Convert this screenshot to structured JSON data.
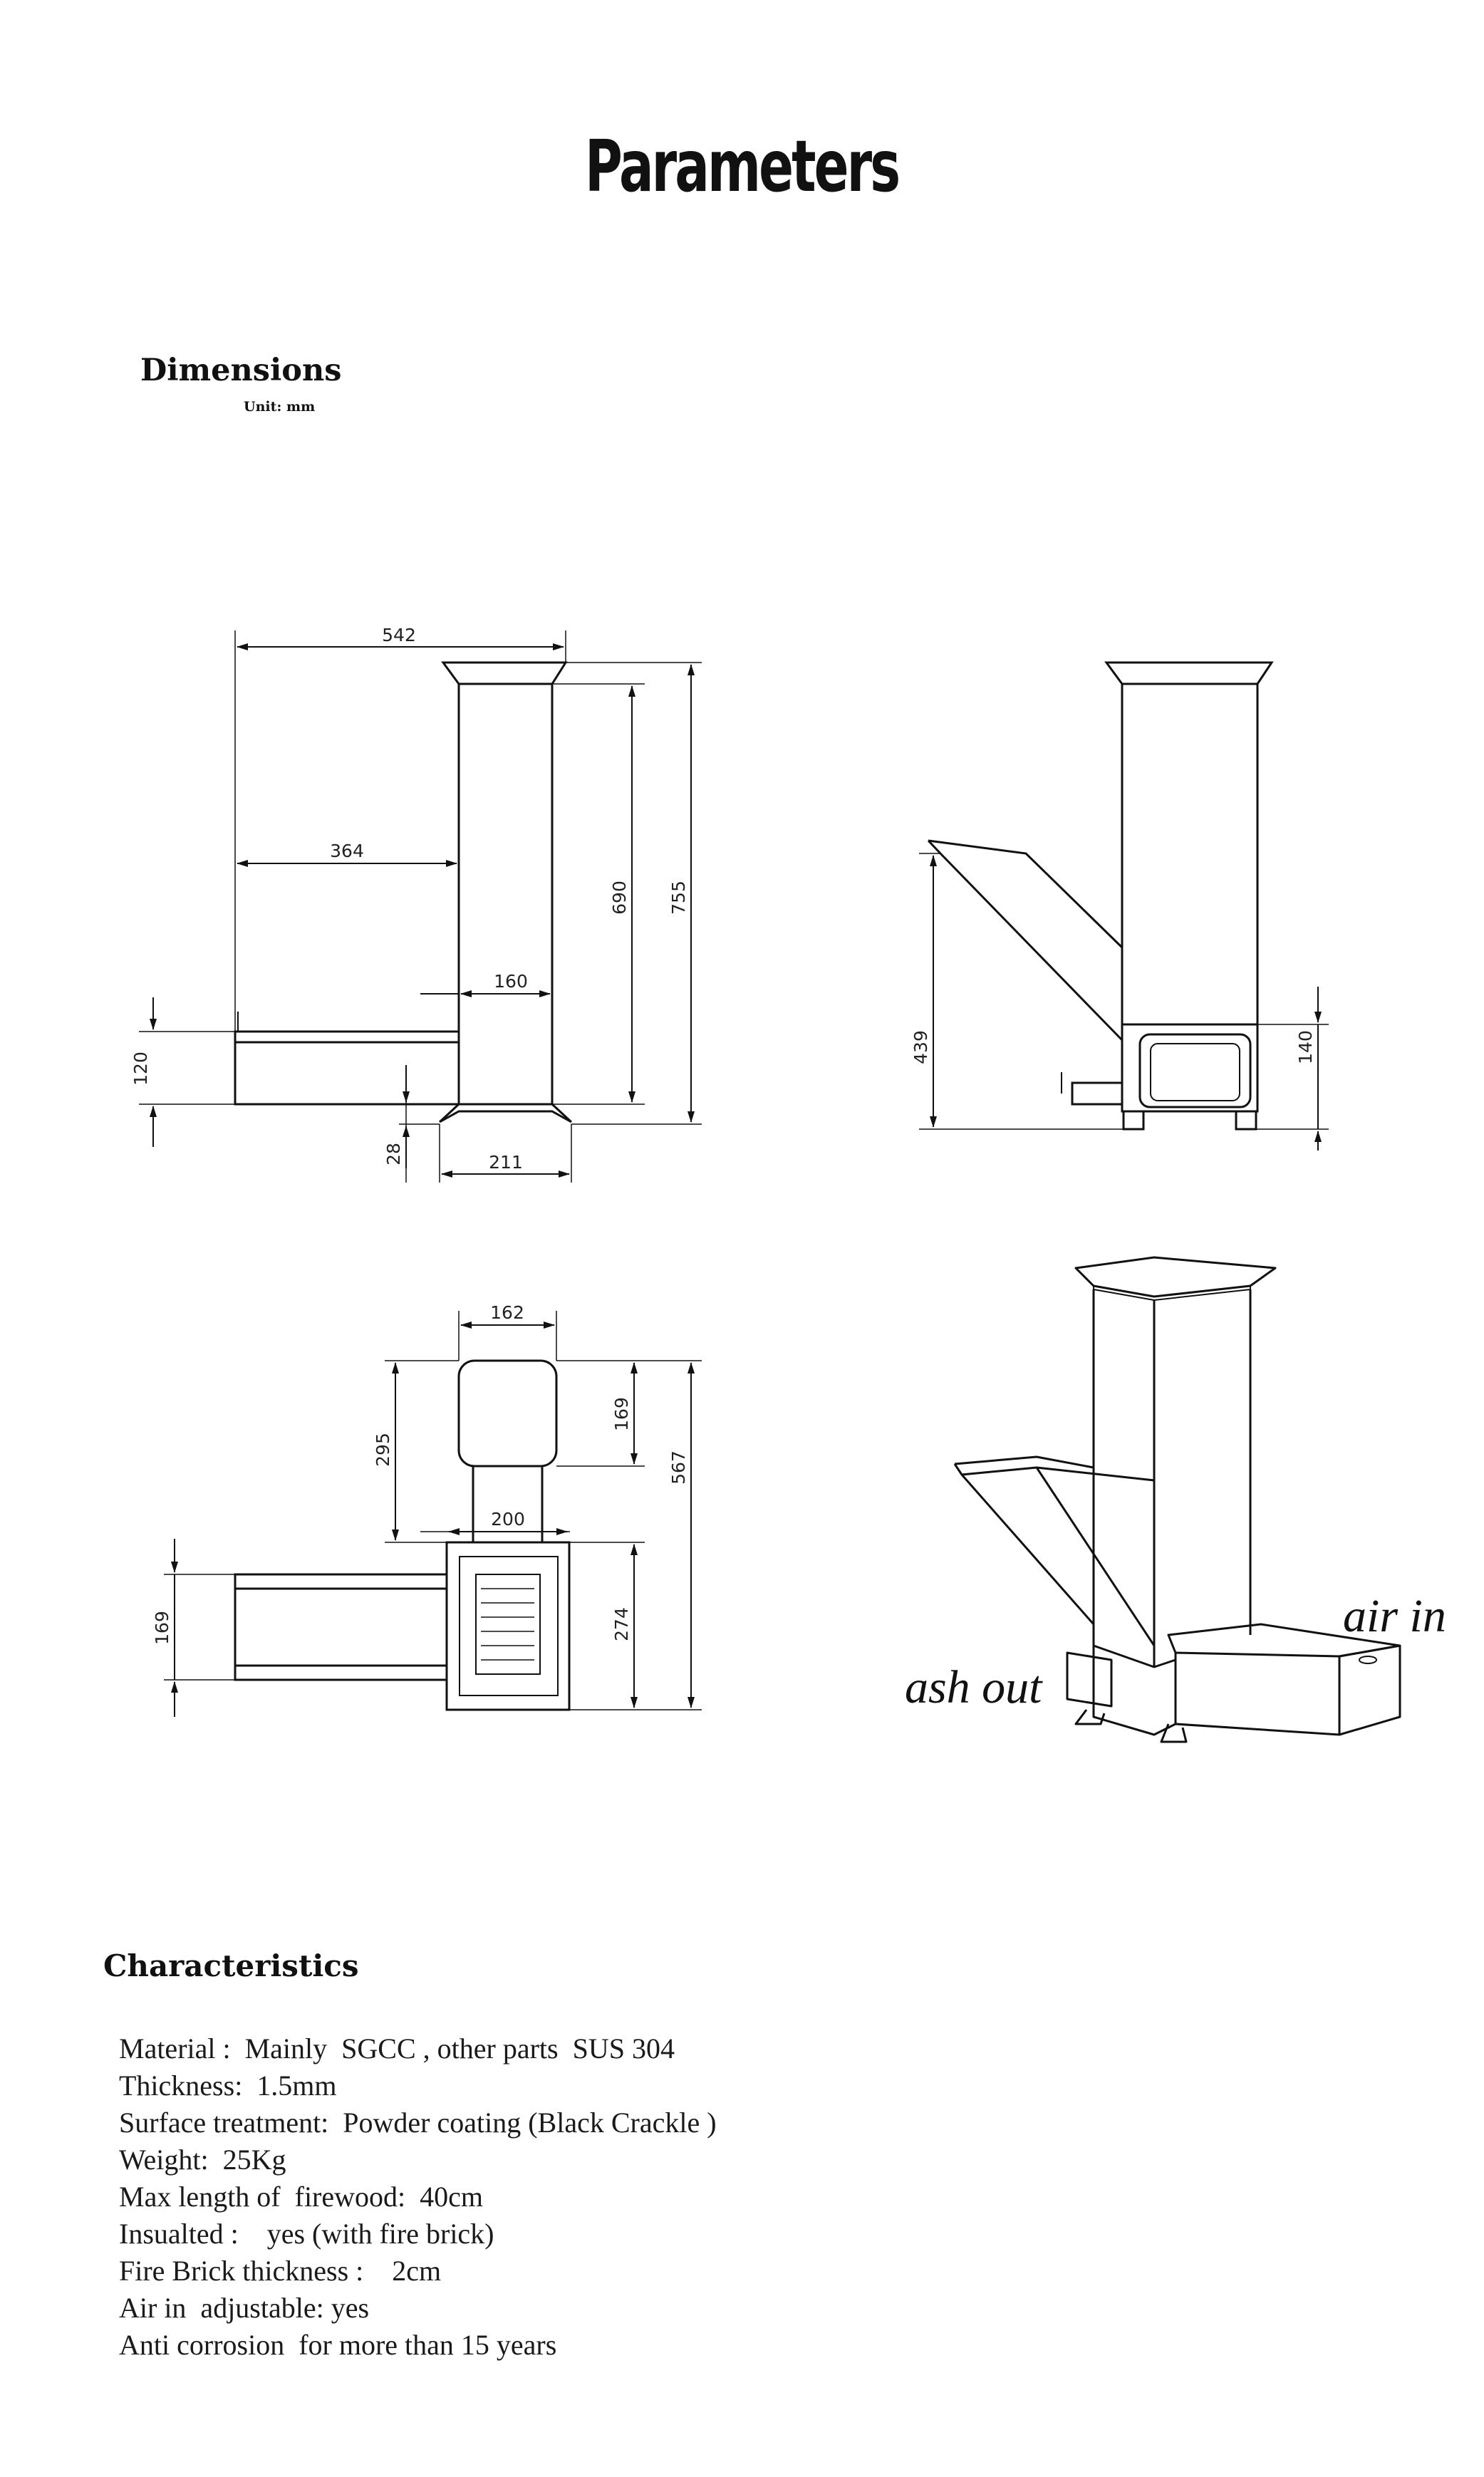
{
  "title": "Parameters",
  "dimensions": {
    "heading": "Dimensions",
    "unit": "Unit: mm",
    "front_view": {
      "width_total": "542",
      "width_feed": "364",
      "chimney_width": "160",
      "feed_height": "120",
      "feet_height": "28",
      "base_width": "211",
      "chimney_height": "690",
      "total_height": "755"
    },
    "side_view": {
      "feed_height": "439",
      "door_height": "140"
    },
    "top_view": {
      "chimney_width": "162",
      "chimney_offset": "295",
      "chimney_depth": "169",
      "total_depth": "567",
      "body_width": "200",
      "body_depth": "274",
      "feed_depth": "169"
    },
    "iso_view": {
      "label_air": "air in",
      "label_ash": "ash out"
    }
  },
  "characteristics": {
    "heading": "Characteristics",
    "items": [
      "Material :  Mainly  SGCC , other parts  SUS 304",
      "Thickness:  1.5mm",
      "Surface treatment:  Powder coating (Black Crackle )",
      "Weight:  25Kg",
      "Max length of  firewood:  40cm",
      "Insualted :    yes (with fire brick)",
      "Fire Brick thickness :    2cm",
      "Air in  adjustable: yes",
      "Anti corrosion  for more than 15 years"
    ]
  }
}
